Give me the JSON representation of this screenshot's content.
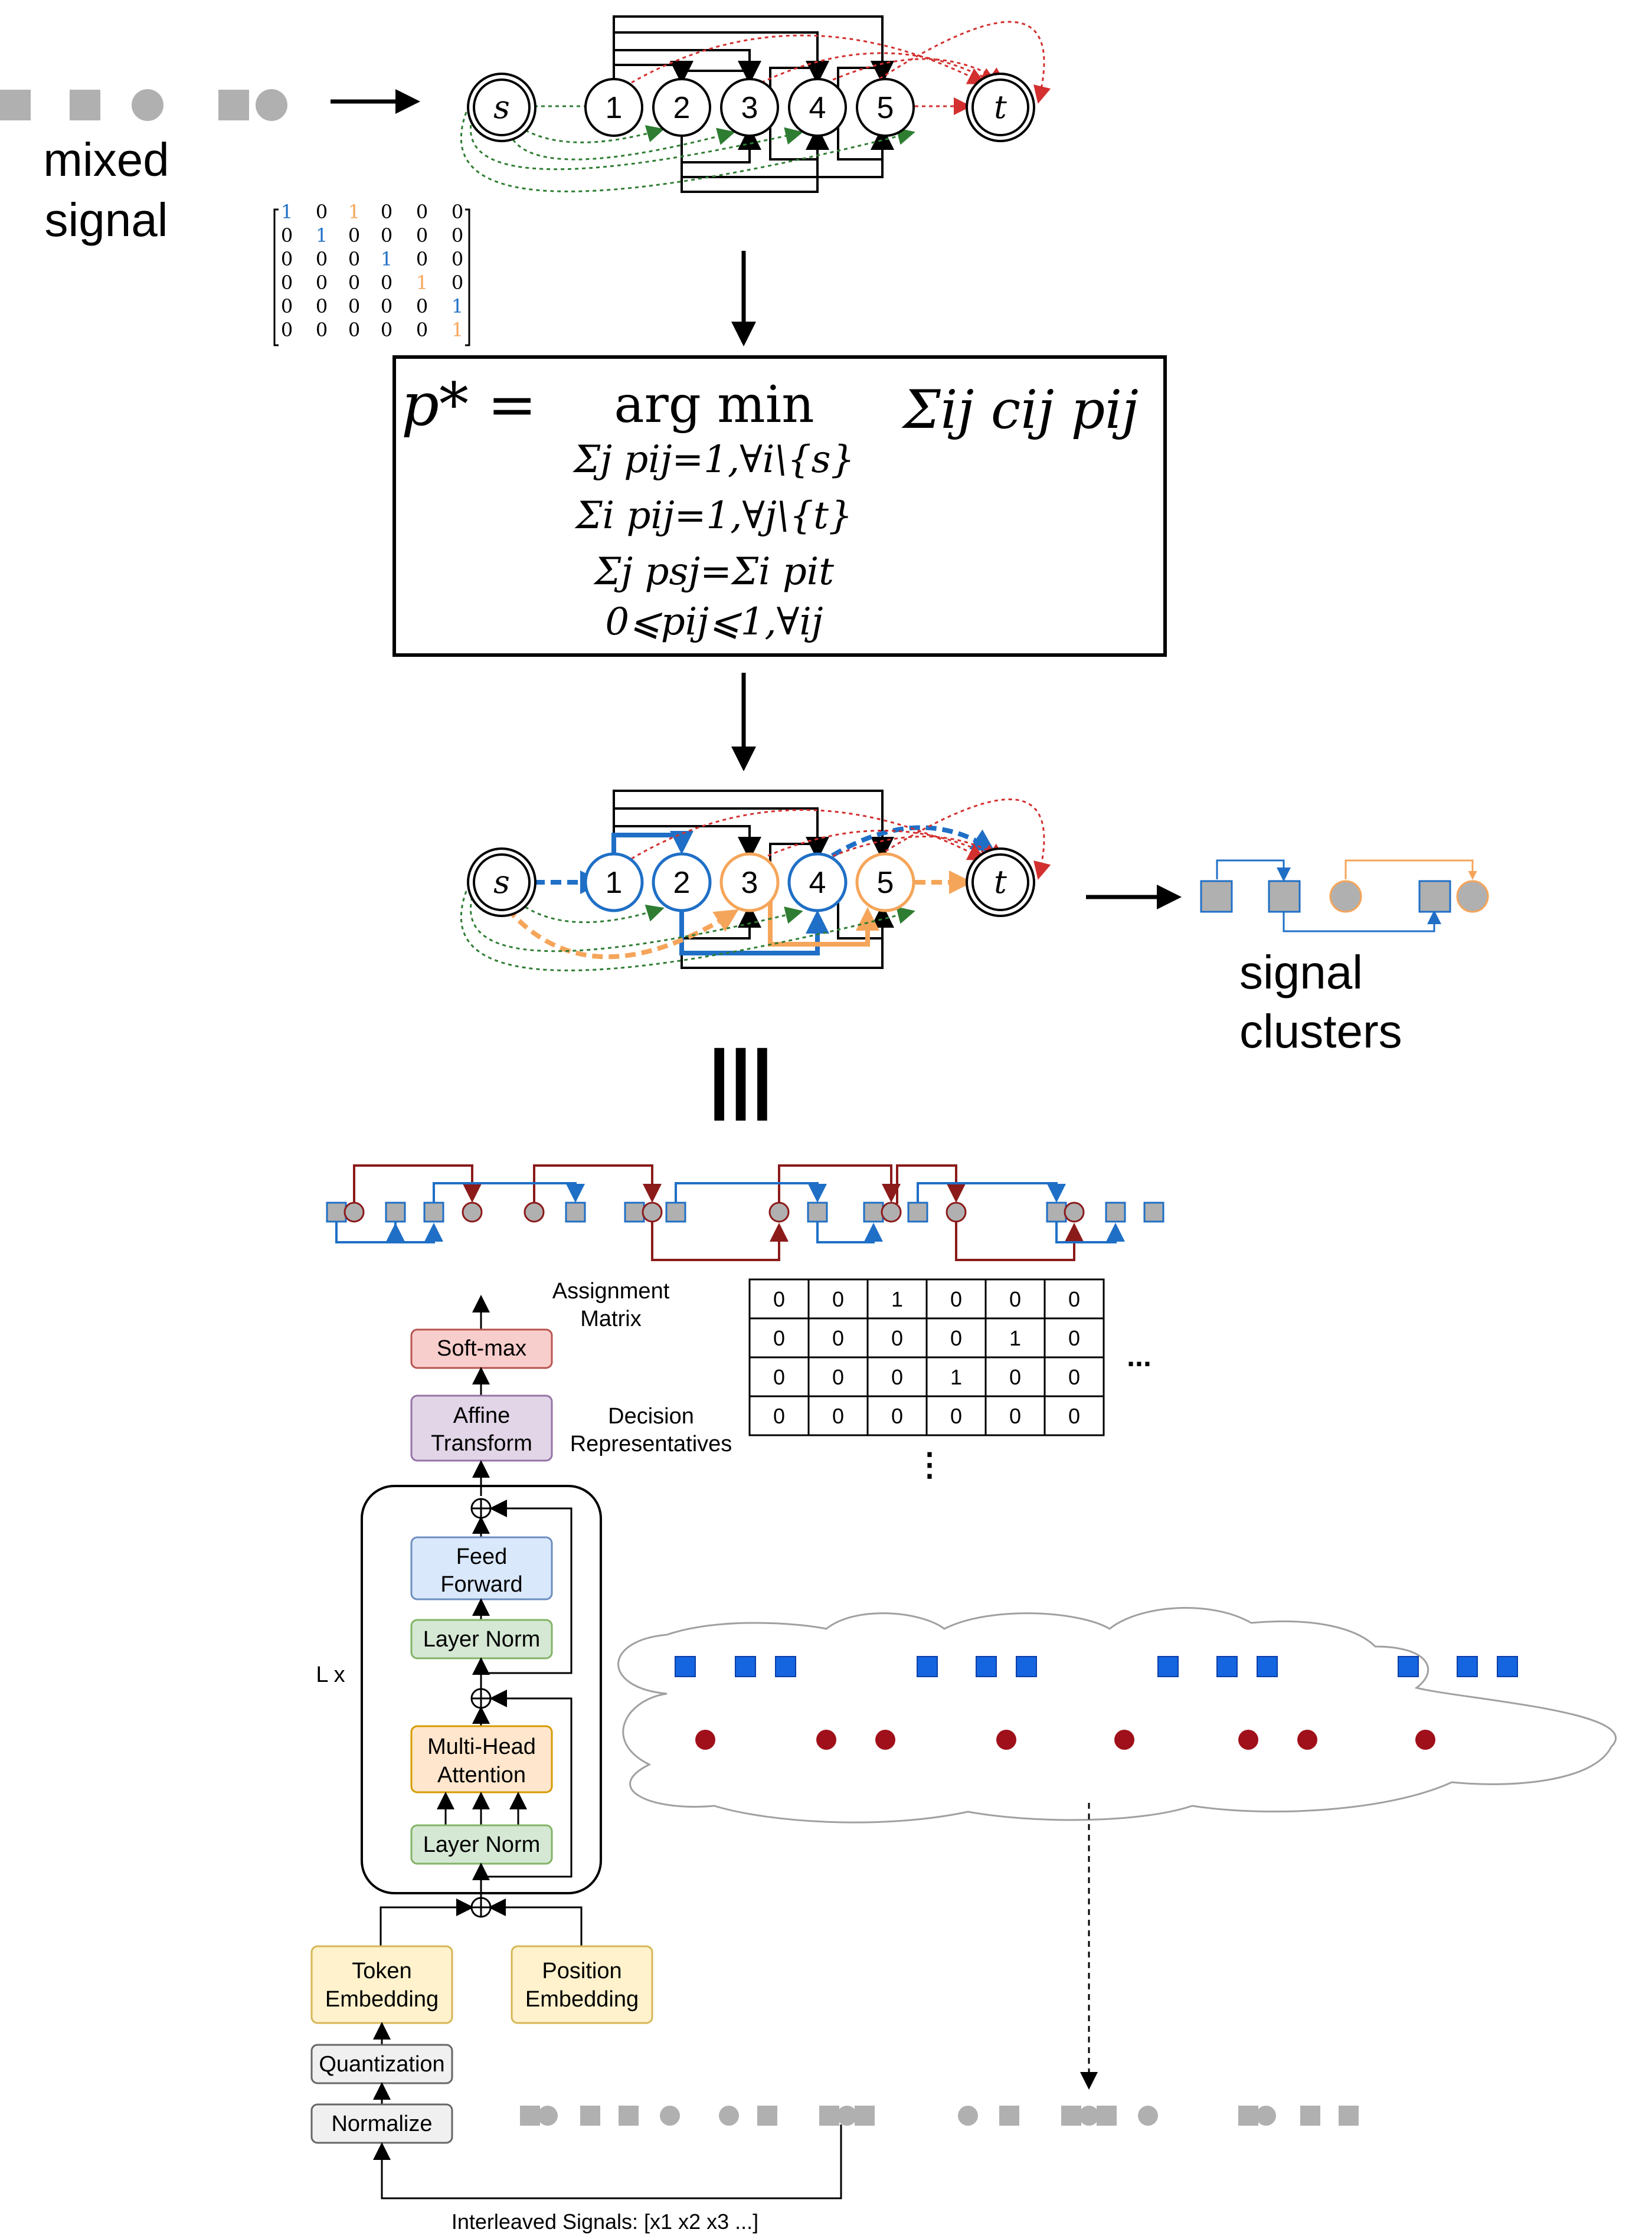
{
  "top": {
    "label_line1": "mixed",
    "label_line2": "signal",
    "source": "s",
    "sink": "t",
    "nodes": [
      "1",
      "2",
      "3",
      "4",
      "5"
    ],
    "matrix": [
      [
        "1",
        "0",
        "1",
        "0",
        "0",
        "0"
      ],
      [
        "0",
        "1",
        "0",
        "0",
        "0",
        "0"
      ],
      [
        "0",
        "0",
        "0",
        "1",
        "0",
        "0"
      ],
      [
        "0",
        "0",
        "0",
        "0",
        "1",
        "0"
      ],
      [
        "0",
        "0",
        "0",
        "0",
        "0",
        "1"
      ],
      [
        "0",
        "0",
        "0",
        "0",
        "0",
        "1"
      ]
    ]
  },
  "equation": {
    "lhs": "p* =",
    "op": "arg min",
    "objective": "Σij cij pij",
    "constraints": [
      "Σj pij=1,∀i\\{s}",
      "Σi pij=1,∀j\\{t}",
      "Σj psj=Σi pit",
      "0⩽pij⩽1,∀ij"
    ]
  },
  "result": {
    "label_line1": "signal",
    "label_line2": "clusters"
  },
  "equiv_symbol": "|||",
  "transformer": {
    "assignment_label_line1": "Assignment",
    "assignment_label_line2": "Matrix",
    "softmax": "Soft-max",
    "affine_line1": "Affine",
    "affine_line2": "Transform",
    "decision_line1": "Decision",
    "decision_line2": "Representatives",
    "feed_forward_line1": "Feed",
    "feed_forward_line2": "Forward",
    "layer_norm": "Layer Norm",
    "mha_line1": "Multi-Head",
    "mha_line2": "Attention",
    "repeat": "L x",
    "token_line1": "Token",
    "token_line2": "Embedding",
    "position_line1": "Position",
    "position_line2": "Embedding",
    "quantization": "Quantization",
    "normalize": "Normalize",
    "input_caption": "Interleaved Signals: [x1 x2 x3 ...]",
    "ellipsis_h": "...",
    "ellipsis_v": "⋮"
  },
  "assignment_matrix": [
    [
      "0",
      "0",
      "1",
      "0",
      "0",
      "0"
    ],
    [
      "0",
      "0",
      "0",
      "0",
      "1",
      "0"
    ],
    [
      "0",
      "0",
      "0",
      "1",
      "0",
      "0"
    ],
    [
      "0",
      "0",
      "0",
      "0",
      "0",
      "0"
    ]
  ],
  "colors": {
    "blue": "#1f6fc6",
    "orange": "#f5a55a",
    "dark_red": "#8b1a1a",
    "green_dotted": "#2e7d32",
    "red_dotted": "#d32f2f",
    "gray_shape": "#b0b0b0",
    "square_blue": "#1565e0",
    "circle_red": "#a0101a",
    "softmax_fill": "#f8cecc",
    "affine_fill": "#e1d5e7",
    "ff_fill": "#dae8fc",
    "norm_fill": "#d5e8d4",
    "mha_fill": "#ffe6cc",
    "embed_fill": "#fff2cc",
    "gray_box": "#f0f0f0"
  }
}
